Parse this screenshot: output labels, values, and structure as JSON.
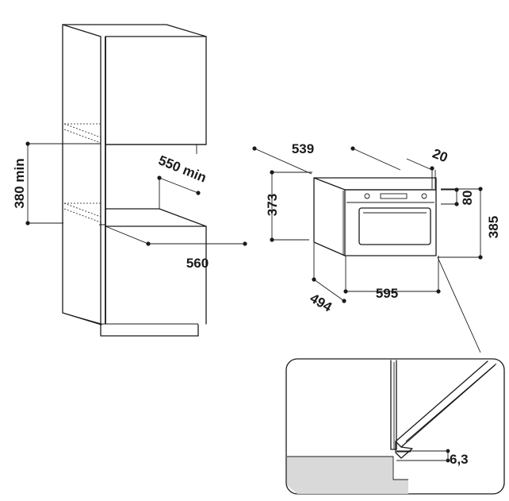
{
  "dimensions": {
    "cabinet_opening_height": "380 min",
    "cabinet_opening_depth": "550 min",
    "cabinet_opening_width": "560",
    "appliance_depth_top": "539",
    "appliance_front_thickness": "20",
    "appliance_panel_height": "80",
    "appliance_height_side": "373",
    "appliance_height_front": "385",
    "appliance_width": "595",
    "appliance_depth_bottom": "494",
    "detail_gap": "6,3"
  }
}
